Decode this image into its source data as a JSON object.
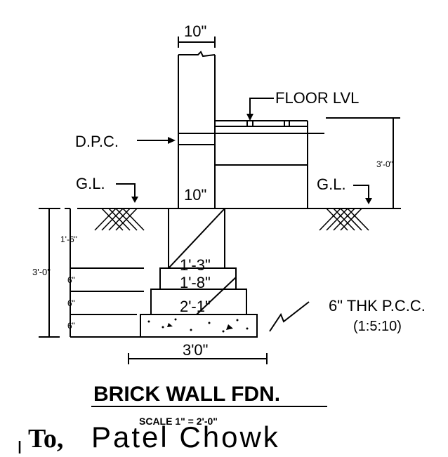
{
  "labels": {
    "top_width": "10\"",
    "floor_lvl": "FLOOR LVL",
    "dpc": "D.P.C.",
    "gl_left": "G.L.",
    "gl_right": "G.L.",
    "wall_width_mid": "10\"",
    "height_right": "3'-0\"",
    "depth_1": "1'-6\"",
    "depth_total": "3'-0\"",
    "step_1": "6\"",
    "step_2": "6\"",
    "step_3": "6\"",
    "width_1": "1'-3\"",
    "width_2": "1'-8\"",
    "width_3": "2'-1\"",
    "pcc_1": "6\" THK P.C.C.",
    "pcc_2": "(1:5:10)",
    "base_width": "3'0\"",
    "title": "BRICK WALL FDN.",
    "scale": "SCALE  1\" = 2'-0\"",
    "handwriting_to": "To,",
    "handwriting_place": "Patel Chowk"
  },
  "colors": {
    "ink": "#000000",
    "paper": "#ffffff"
  }
}
